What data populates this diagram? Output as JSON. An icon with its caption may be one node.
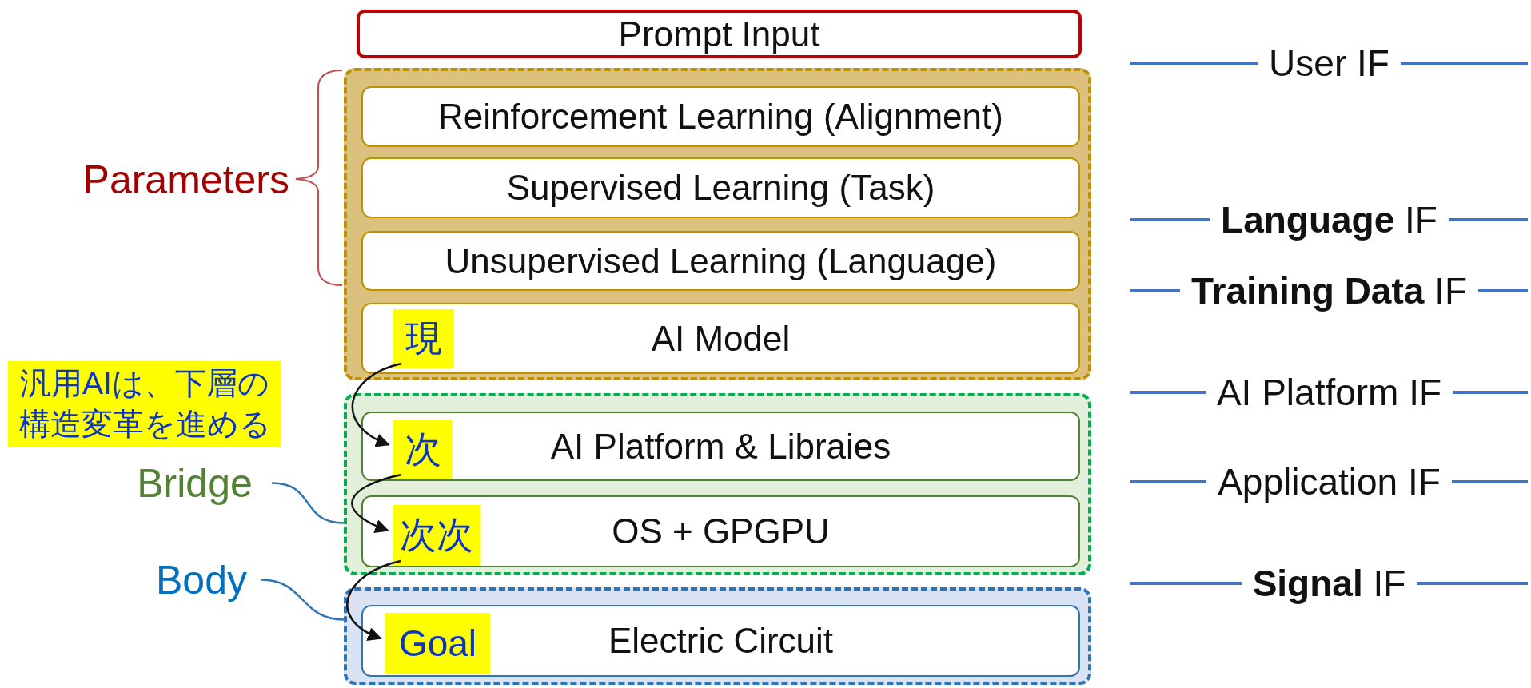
{
  "diagram": {
    "nodes": [
      {
        "text": [
          "Prompt Input"
        ]
      },
      {
        "text": [],
        "shape": "box"
      },
      {
        "text": [
          "Reinforcement Learning (Alignment)"
        ],
        "in": 1
      },
      {
        "text": [
          "Supervised Learning (Task)"
        ],
        "in": 1
      },
      {
        "text": [
          "Unsupervised Learning (Language)"
        ],
        "in": 1
      },
      {
        "text": [
          "AI Model"
        ],
        "in": 1
      },
      {
        "text": [
          "現"
        ],
        "in": 5
      },
      {
        "text": [
          "汎用AIは、下層の構造変革を進める"
        ]
      },
      {
        "text": [],
        "shape": "box"
      },
      {
        "text": [
          "AI Platform & Libraies"
        ],
        "in": 8
      },
      {
        "text": [
          "次"
        ],
        "in": 9
      },
      {
        "text": [
          "OS + GPGPU"
        ],
        "in": 8
      },
      {
        "text": [
          "次次"
        ],
        "in": 11
      },
      {
        "text": [
          "Bridge"
        ]
      },
      {
        "text": [
          "Body"
        ]
      },
      {
        "text": [],
        "shape": "box"
      },
      {
        "text": [
          "Electric Circuit"
        ],
        "in": 15
      },
      {
        "text": [
          "Goal"
        ],
        "in": 16
      }
    ],
    "edges": [
      {
        "from": 6,
        "to": 10,
        "arrow": "to"
      },
      {
        "from": 10,
        "to": 12,
        "arrow": "to"
      },
      {
        "from": 12,
        "to": 17,
        "arrow": "to"
      },
      {
        "from": 13,
        "to": 8,
        "arrow": "none",
        "color": "#2e75b6"
      },
      {
        "from": 14,
        "to": 15,
        "arrow": "none",
        "color": "#2e75b6"
      }
    ],
    "labels": [
      "User IF",
      "Parameters",
      "**Language** IF",
      "**Training Data** IF",
      "AI Platform IF",
      "Application IF",
      "**Signal** IF"
    ]
  }
}
